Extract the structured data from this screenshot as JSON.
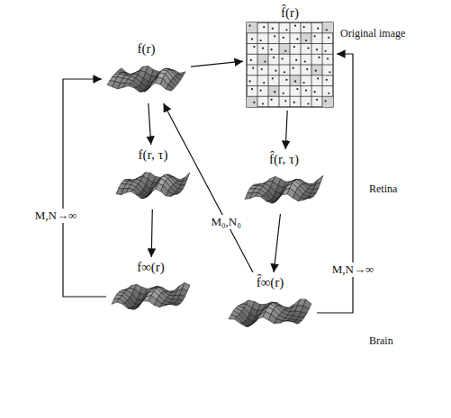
{
  "diagram": {
    "nodes": [
      {
        "text": [
          "f(r)"
        ]
      },
      {
        "text": [
          "f̂(r)"
        ]
      },
      {
        "text": [
          "f(r, τ)"
        ]
      },
      {
        "text": [
          "f̂(r, τ)"
        ]
      },
      {
        "text": [
          "f∞(r)"
        ]
      },
      {
        "text": [
          "f̂∞(r)"
        ]
      }
    ],
    "edges": [
      {
        "from": 0,
        "to": 1,
        "arrow": "to"
      },
      {
        "from": 0,
        "to": 2,
        "arrow": "to"
      },
      {
        "from": 1,
        "to": 3,
        "arrow": "to"
      },
      {
        "from": 2,
        "to": 4,
        "arrow": "to"
      },
      {
        "from": 3,
        "to": 5,
        "arrow": "to"
      },
      {
        "from": 5,
        "to": 0,
        "label": "M₀,N₀",
        "arrow": "to"
      },
      {
        "from": 4,
        "to": 0,
        "label": "M,N→∞",
        "arrow": "to"
      },
      {
        "from": 5,
        "to": 1,
        "label": "M,N→∞",
        "arrow": "to"
      }
    ],
    "labels": [
      "Original image",
      "Retina",
      "Brain"
    ]
  }
}
